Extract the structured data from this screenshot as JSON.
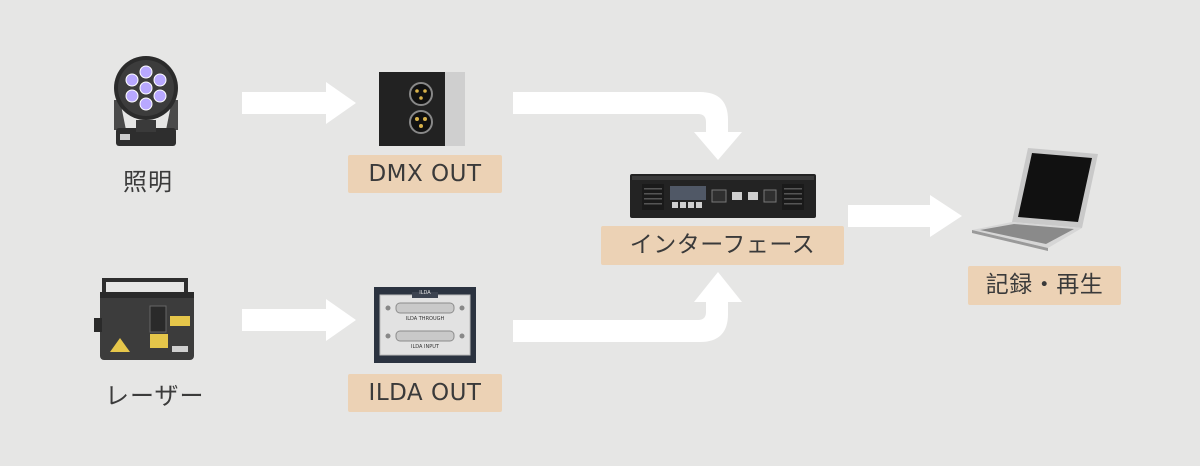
{
  "nodes": {
    "lighting": {
      "label": "照明"
    },
    "laser": {
      "label": "レーザー"
    },
    "dmx_out": {
      "label": "DMX OUT"
    },
    "ilda_out": {
      "label": "ILDA OUT",
      "panel_title": "ILDA",
      "through_label": "ILDA THROUGH",
      "input_label": "ILDA INPUT"
    },
    "interface": {
      "label": "インターフェース"
    },
    "computer": {
      "label": "記録・再生"
    }
  },
  "colors": {
    "background": "#e6e6e5",
    "arrow": "#ffffff",
    "badge": "#ecd2b5",
    "text": "#3a3a3a",
    "device_dark": "#2a2a2a",
    "led_light": "#b8a8ff"
  },
  "icons": {
    "lighting": "moving-head-light-icon",
    "laser": "laser-projector-icon",
    "dmx_port": "xlr-connector-icon",
    "ilda_port": "db25-connector-icon",
    "interface": "rack-interface-icon",
    "computer": "laptop-icon"
  }
}
